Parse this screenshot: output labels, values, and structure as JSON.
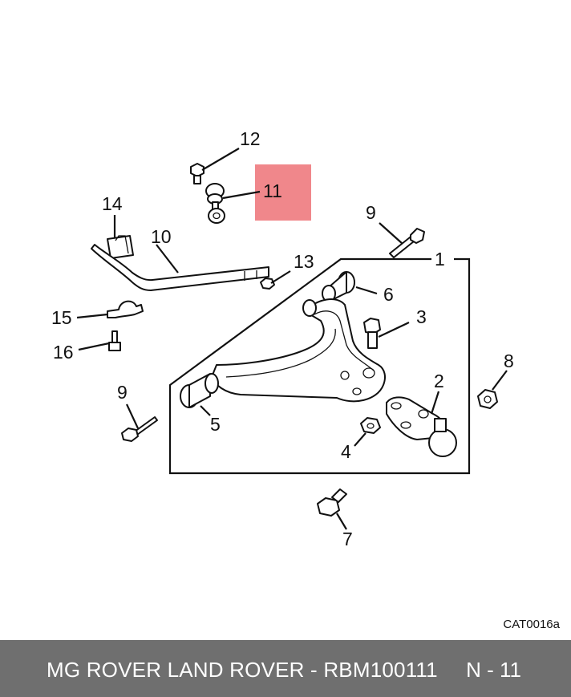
{
  "diagram": {
    "callouts": {
      "c1": "1",
      "c2": "2",
      "c3": "3",
      "c4": "4",
      "c5": "5",
      "c6": "6",
      "c7": "7",
      "c8": "8",
      "c9a": "9",
      "c9b": "9",
      "c10": "10",
      "c11": "11",
      "c12": "12",
      "c13": "13",
      "c14": "14",
      "c15": "15",
      "c16": "16"
    },
    "highlight_color": "#f0878b",
    "highlighted_callout": "11",
    "catalog_code": "CAT0016a"
  },
  "footer": {
    "title": "MG ROVER LAND ROVER - RBM100111",
    "page": "N - 11",
    "background": "#6f6f6f"
  }
}
